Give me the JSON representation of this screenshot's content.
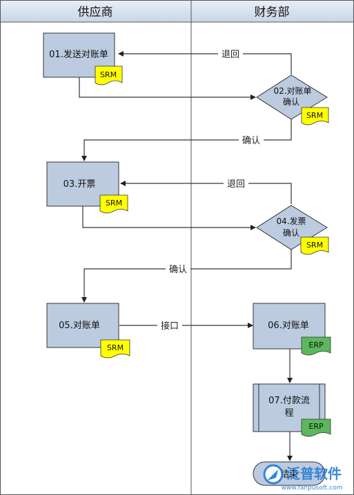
{
  "lanes": {
    "supplier": "供应商",
    "finance": "财务部"
  },
  "steps": {
    "s01": "01.发送对账单",
    "s02_line1": "02.对账单",
    "s02_line2": "确认",
    "s03": "03.开票",
    "s04_line1": "04.发票",
    "s04_line2": "确认",
    "s05": "05.对账单",
    "s06": "06.对账单",
    "s07_line1": "07.付款流",
    "s07_line2": "程",
    "end": "结束"
  },
  "tags": {
    "srm": "SRM",
    "erp": "ERP"
  },
  "edge_labels": {
    "return1": "退回",
    "confirm1": "确认",
    "return2": "退回",
    "confirm2": "确认",
    "interface": "接口"
  },
  "watermark": {
    "brand": "泛普软件",
    "url": "www.fanpusoft.com"
  },
  "colors": {
    "process_fill": "#bccbe0",
    "srm_tag": "#ffff00",
    "erp_tag": "#5cb85c",
    "header_fill": "#d8e3f0",
    "line": "#333333",
    "brand_blue": "#2a7fd4"
  }
}
